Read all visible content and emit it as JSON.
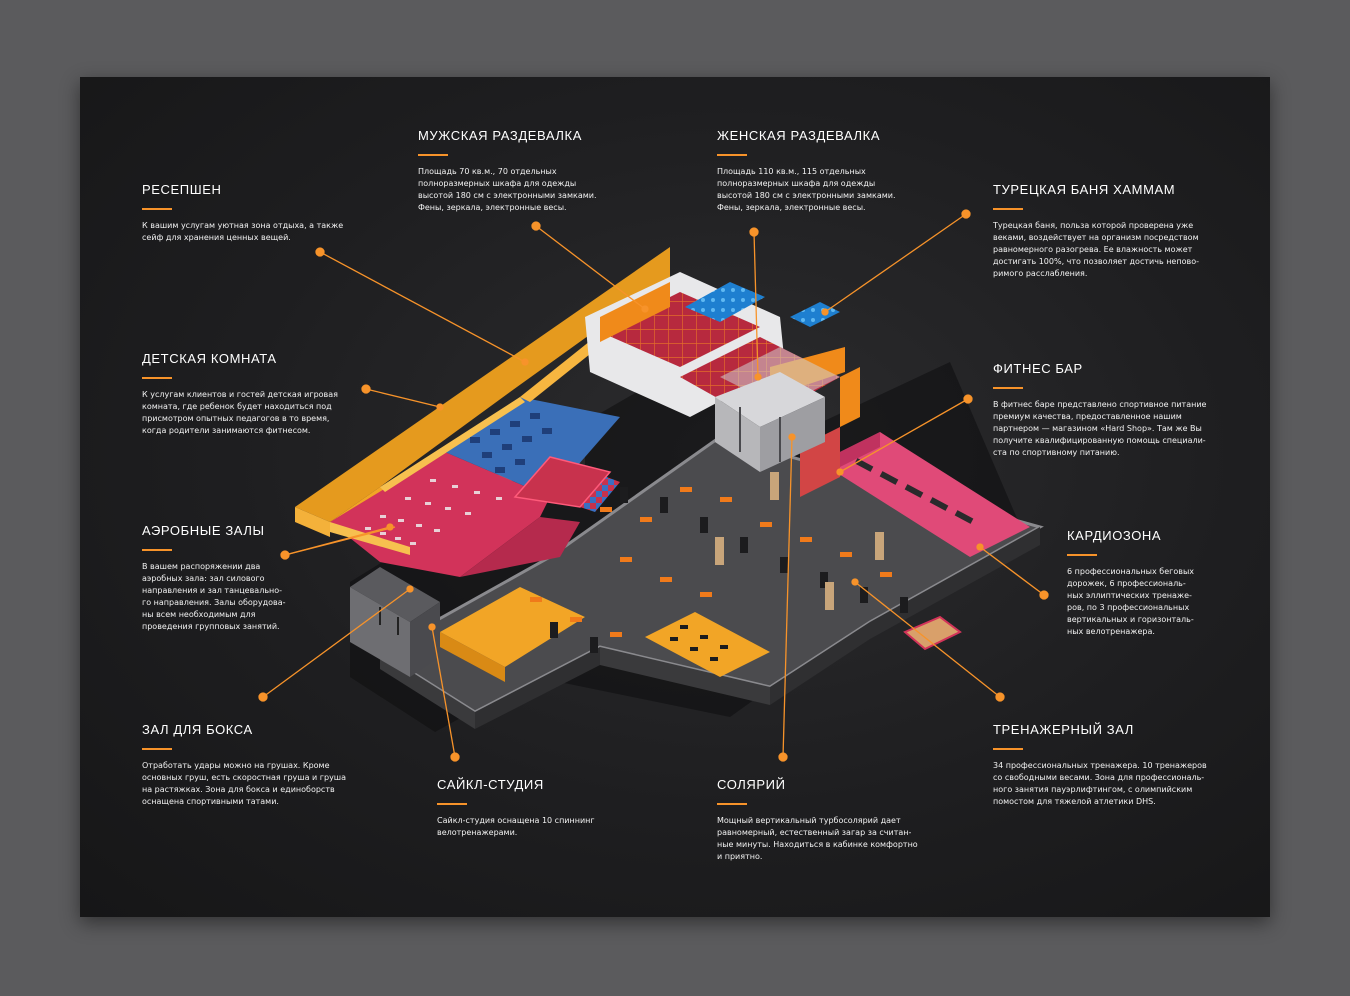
{
  "colors": {
    "accent": "#f7932a",
    "poster_bg": "#1e1e20",
    "page_bg": "#5b5b5d",
    "floor_grey": "#4a4a4c",
    "zone_yellow": "#f2a526",
    "zone_pink": "#d2335a",
    "zone_blue": "#3a6fb8"
  },
  "callouts": {
    "reception": {
      "title": "РЕСЕПШЕН",
      "text": "К вашим услугам уютная зона отдыха, а также\nсейф для хранения ценных вещей."
    },
    "men_locker": {
      "title": "МУЖСКАЯ РАЗДЕВАЛКА",
      "text": "Площадь 70 кв.м., 70 отдельных\nполноразмерных шкафа для одежды\nвысотой 180 см с электронными замками.\nФены, зеркала, электронные весы."
    },
    "women_locker": {
      "title": "ЖЕНСКАЯ РАЗДЕВАЛКА",
      "text": "Площадь 110 кв.м., 115 отдельных\nполноразмерных шкафа для одежды\nвысотой 180 см с электронными замками.\nФены, зеркала, электронные весы."
    },
    "hammam": {
      "title": "ТУРЕЦКАЯ БАНЯ ХАММАМ",
      "text": "Турецкая баня, польза которой проверена уже\nвеками, воздействует на организм посредством\nравномерного разогрева. Ее влажность может\nдостигать 100%, что позволяет достичь непово-\nримого расслабления."
    },
    "kids_room": {
      "title": "ДЕТСКАЯ КОМНАТА",
      "text": "К услугам клиентов и гостей детская игровая\nкомната, где ребенок будет находиться под\nприсмотром опытных педагогов в то время,\nкогда родители занимаются фитнесом."
    },
    "fitness_bar": {
      "title": "ФИТНЕС БАР",
      "text": "В фитнес баре представлено спортивное питание\nпремиум качества, предоставленное нашим\nпартнером — магазином «Hard Shop». Там же Вы\nполучите квалифицированную помощь специали-\nста по спортивному питанию."
    },
    "aerobic": {
      "title": "АЭРОБНЫЕ ЗАЛЫ",
      "text": "В вашем распоряжении два\nаэробных зала: зал силового\nнаправления и зал танцевально-\nго направления. Залы оборудова-\nны всем необходимым для\nпроведения групповых занятий."
    },
    "cardio": {
      "title": "КАРДИОЗОНА",
      "text": "6 профессиональных беговых\nдорожек, 6 профессиональ-\nных эллиптических тренаже-\nров, по 3 профессиональных\nвертикальных и горизонталь-\nных велотренажера."
    },
    "boxing": {
      "title": "ЗАЛ ДЛЯ БОКСА",
      "text": "Отработать удары можно на грушах. Кроме\nосновных груш, есть скоростная груша и груша\nна растяжках. Зона для бокса и единоборств\nоснащена спортивными татами."
    },
    "cycle": {
      "title": "САЙКЛ-СТУДИЯ",
      "text": "Сайкл-студия оснащена 10 спиннинг\nвелотренажерами."
    },
    "solarium": {
      "title": "СОЛЯРИЙ",
      "text": "Мощный вертикальный турбосолярий дает\nравномерный, естественный загар за считан-\nные минуты. Находиться в кабинке комфортно\nи приятно."
    },
    "gym": {
      "title": "ТРЕНАЖЕРНЫЙ ЗАЛ",
      "text": "34 профессиональных тренажера. 10 тренажеров\nсо свободными весами. Зона для профессиональ-\nного занятия пауэрлифтингом, с олимпийским\nпомостом для тяжелой атлетики DHS."
    }
  }
}
